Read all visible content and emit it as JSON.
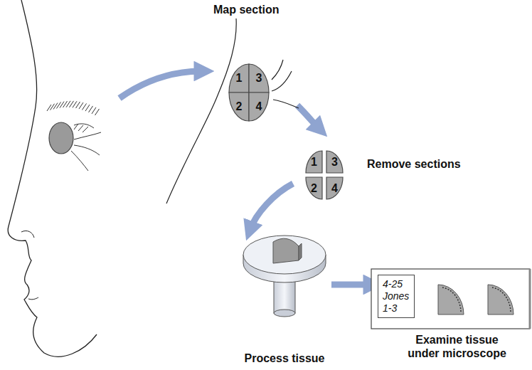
{
  "diagram": {
    "nodes": [
      {
        "text": [
          "1"
        ]
      },
      {
        "text": [
          "3"
        ]
      },
      {
        "text": [
          "2"
        ]
      },
      {
        "text": [
          "4"
        ]
      },
      {
        "text": [
          "1"
        ]
      },
      {
        "text": [
          "3"
        ]
      },
      {
        "text": [
          "2"
        ]
      },
      {
        "text": [
          "4"
        ]
      },
      {
        "text": [
          "4-25",
          "Jones",
          "1-3"
        ]
      }
    ],
    "labels": [
      "Map section",
      "Remove sections",
      "Process tissue",
      "Examine tissue under microscope"
    ]
  }
}
